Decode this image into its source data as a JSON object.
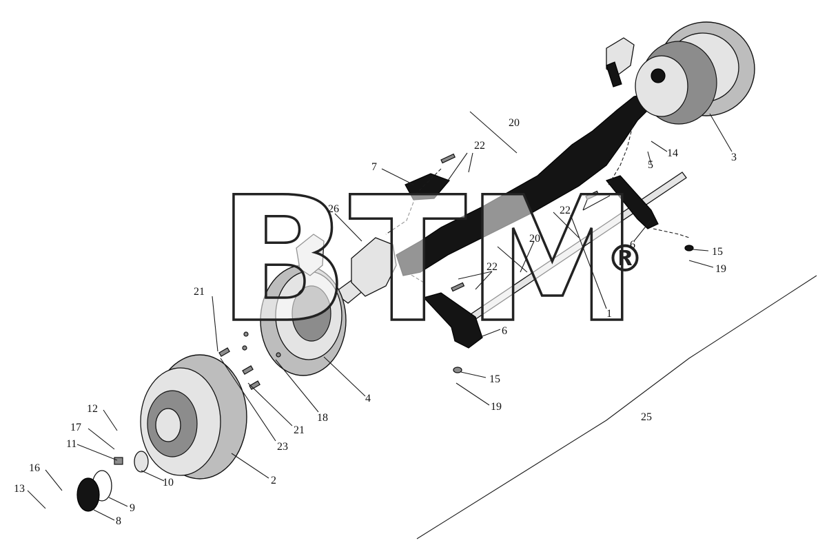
{
  "watermark": {
    "text": "BTM",
    "mark": "®"
  },
  "callouts": [
    {
      "id": "c1",
      "label": "1"
    },
    {
      "id": "c2",
      "label": "2"
    },
    {
      "id": "c3",
      "label": "3"
    },
    {
      "id": "c4",
      "label": "4"
    },
    {
      "id": "c5",
      "label": "5"
    },
    {
      "id": "c6a",
      "label": "6"
    },
    {
      "id": "c6b",
      "label": "6"
    },
    {
      "id": "c7",
      "label": "7"
    },
    {
      "id": "c8",
      "label": "8"
    },
    {
      "id": "c9",
      "label": "9"
    },
    {
      "id": "c10",
      "label": "10"
    },
    {
      "id": "c11",
      "label": "11"
    },
    {
      "id": "c12",
      "label": "12"
    },
    {
      "id": "c13",
      "label": "13"
    },
    {
      "id": "c14",
      "label": "14"
    },
    {
      "id": "c15a",
      "label": "15"
    },
    {
      "id": "c15b",
      "label": "15"
    },
    {
      "id": "c16",
      "label": "16"
    },
    {
      "id": "c17",
      "label": "17"
    },
    {
      "id": "c18",
      "label": "18"
    },
    {
      "id": "c19a",
      "label": "19"
    },
    {
      "id": "c19b",
      "label": "19"
    },
    {
      "id": "c20a",
      "label": "20"
    },
    {
      "id": "c20b",
      "label": "20"
    },
    {
      "id": "c21a",
      "label": "21"
    },
    {
      "id": "c21b",
      "label": "21"
    },
    {
      "id": "c22a",
      "label": "22"
    },
    {
      "id": "c22b",
      "label": "22"
    },
    {
      "id": "c22c",
      "label": "22"
    },
    {
      "id": "c23",
      "label": "23"
    },
    {
      "id": "c25",
      "label": "25"
    },
    {
      "id": "c26",
      "label": "26"
    }
  ]
}
